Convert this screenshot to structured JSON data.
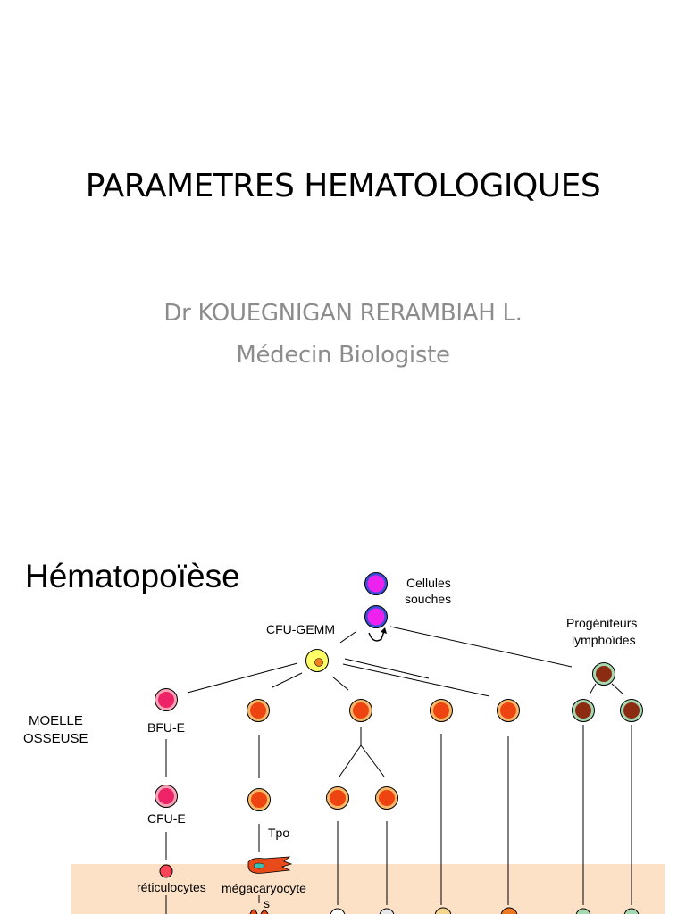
{
  "slide": {
    "title": "PARAMETRES HEMATOLOGIQUES",
    "subtitle_line1": "Dr KOUEGNIGAN RERAMBIAH L.",
    "subtitle_line2": "Médecin Biologiste"
  },
  "diagram": {
    "title": "Hématopoïèse",
    "labels": {
      "stem_cells_1": "Cellules",
      "stem_cells_2": "souches",
      "cfu_gemm": "CFU-GEMM",
      "lymphoid_1": "Progéniteurs",
      "lymphoid_2": "lymphoïdes",
      "bone_marrow_1": "MOELLE",
      "bone_marrow_2": "OSSEUSE",
      "bfu_e": "BFU-E",
      "cfu_e": "CFU-E",
      "tpo": "Tpo",
      "reticulocytes": "réticulocytes",
      "megakaryocyte_1": "mégacaryocyte",
      "megakaryocyte_2": "s"
    },
    "colors": {
      "stem_cell": "#ee22ee",
      "cfu_gemm": "#ffff66",
      "erythroid": "#ee2266",
      "myeloid": "#ee4411",
      "lymphoid": "#8b2b12",
      "blood_band": "#fde1c7",
      "outline": "#000000"
    }
  }
}
